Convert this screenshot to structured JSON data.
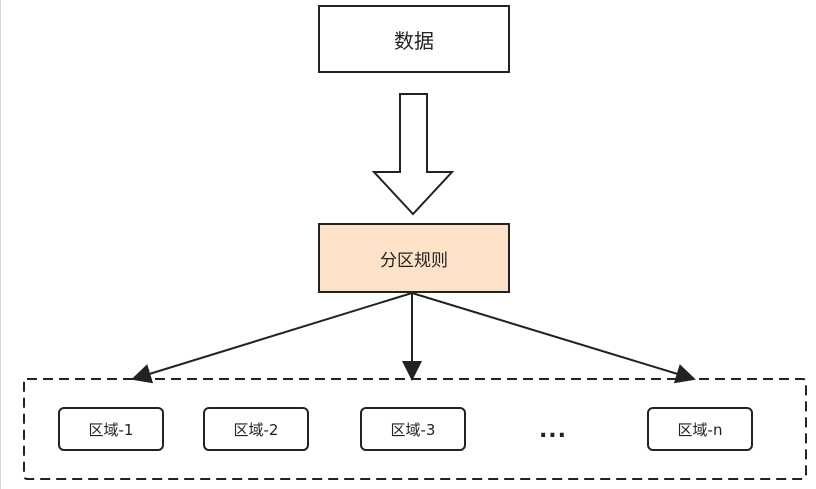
{
  "diagram": {
    "source_node": {
      "label": "数据"
    },
    "rule_node": {
      "label": "分区规则",
      "fill_color": "#fde2c8"
    },
    "regions": [
      {
        "label": "区域-1"
      },
      {
        "label": "区域-2"
      },
      {
        "label": "区域-3"
      },
      {
        "label": "区域-n"
      }
    ],
    "ellipsis": "..."
  }
}
